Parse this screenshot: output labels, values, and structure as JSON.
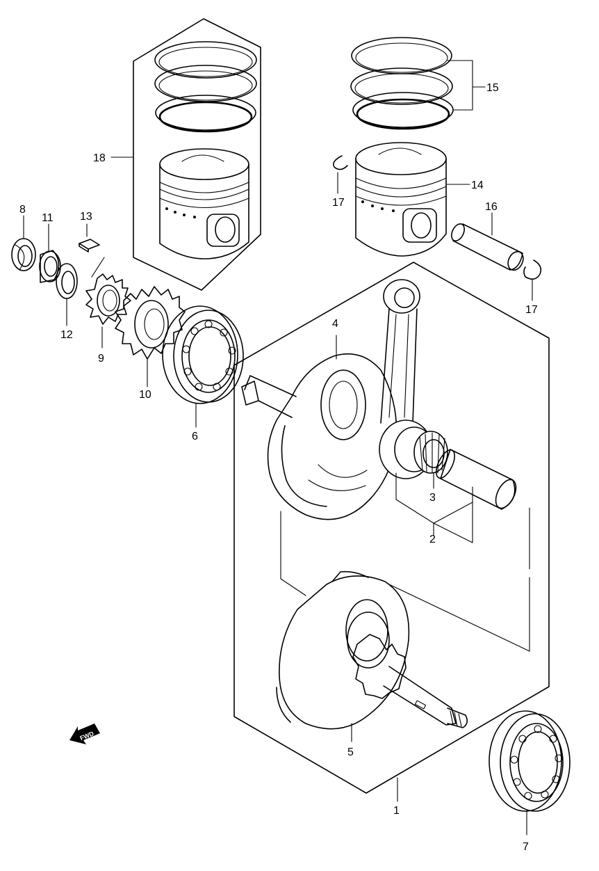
{
  "callouts": {
    "p1": "1",
    "p2": "2",
    "p3": "3",
    "p4": "4",
    "p5": "5",
    "p6": "6",
    "p7": "7",
    "p8": "8",
    "p9": "9",
    "p10": "10",
    "p11": "11",
    "p12": "12",
    "p13": "13",
    "p14": "14",
    "p15": "15",
    "p16": "16",
    "p17a": "17",
    "p17b": "17",
    "p18": "18"
  },
  "fwd_arrow": {
    "label": "FWD",
    "direction": "left-down"
  }
}
